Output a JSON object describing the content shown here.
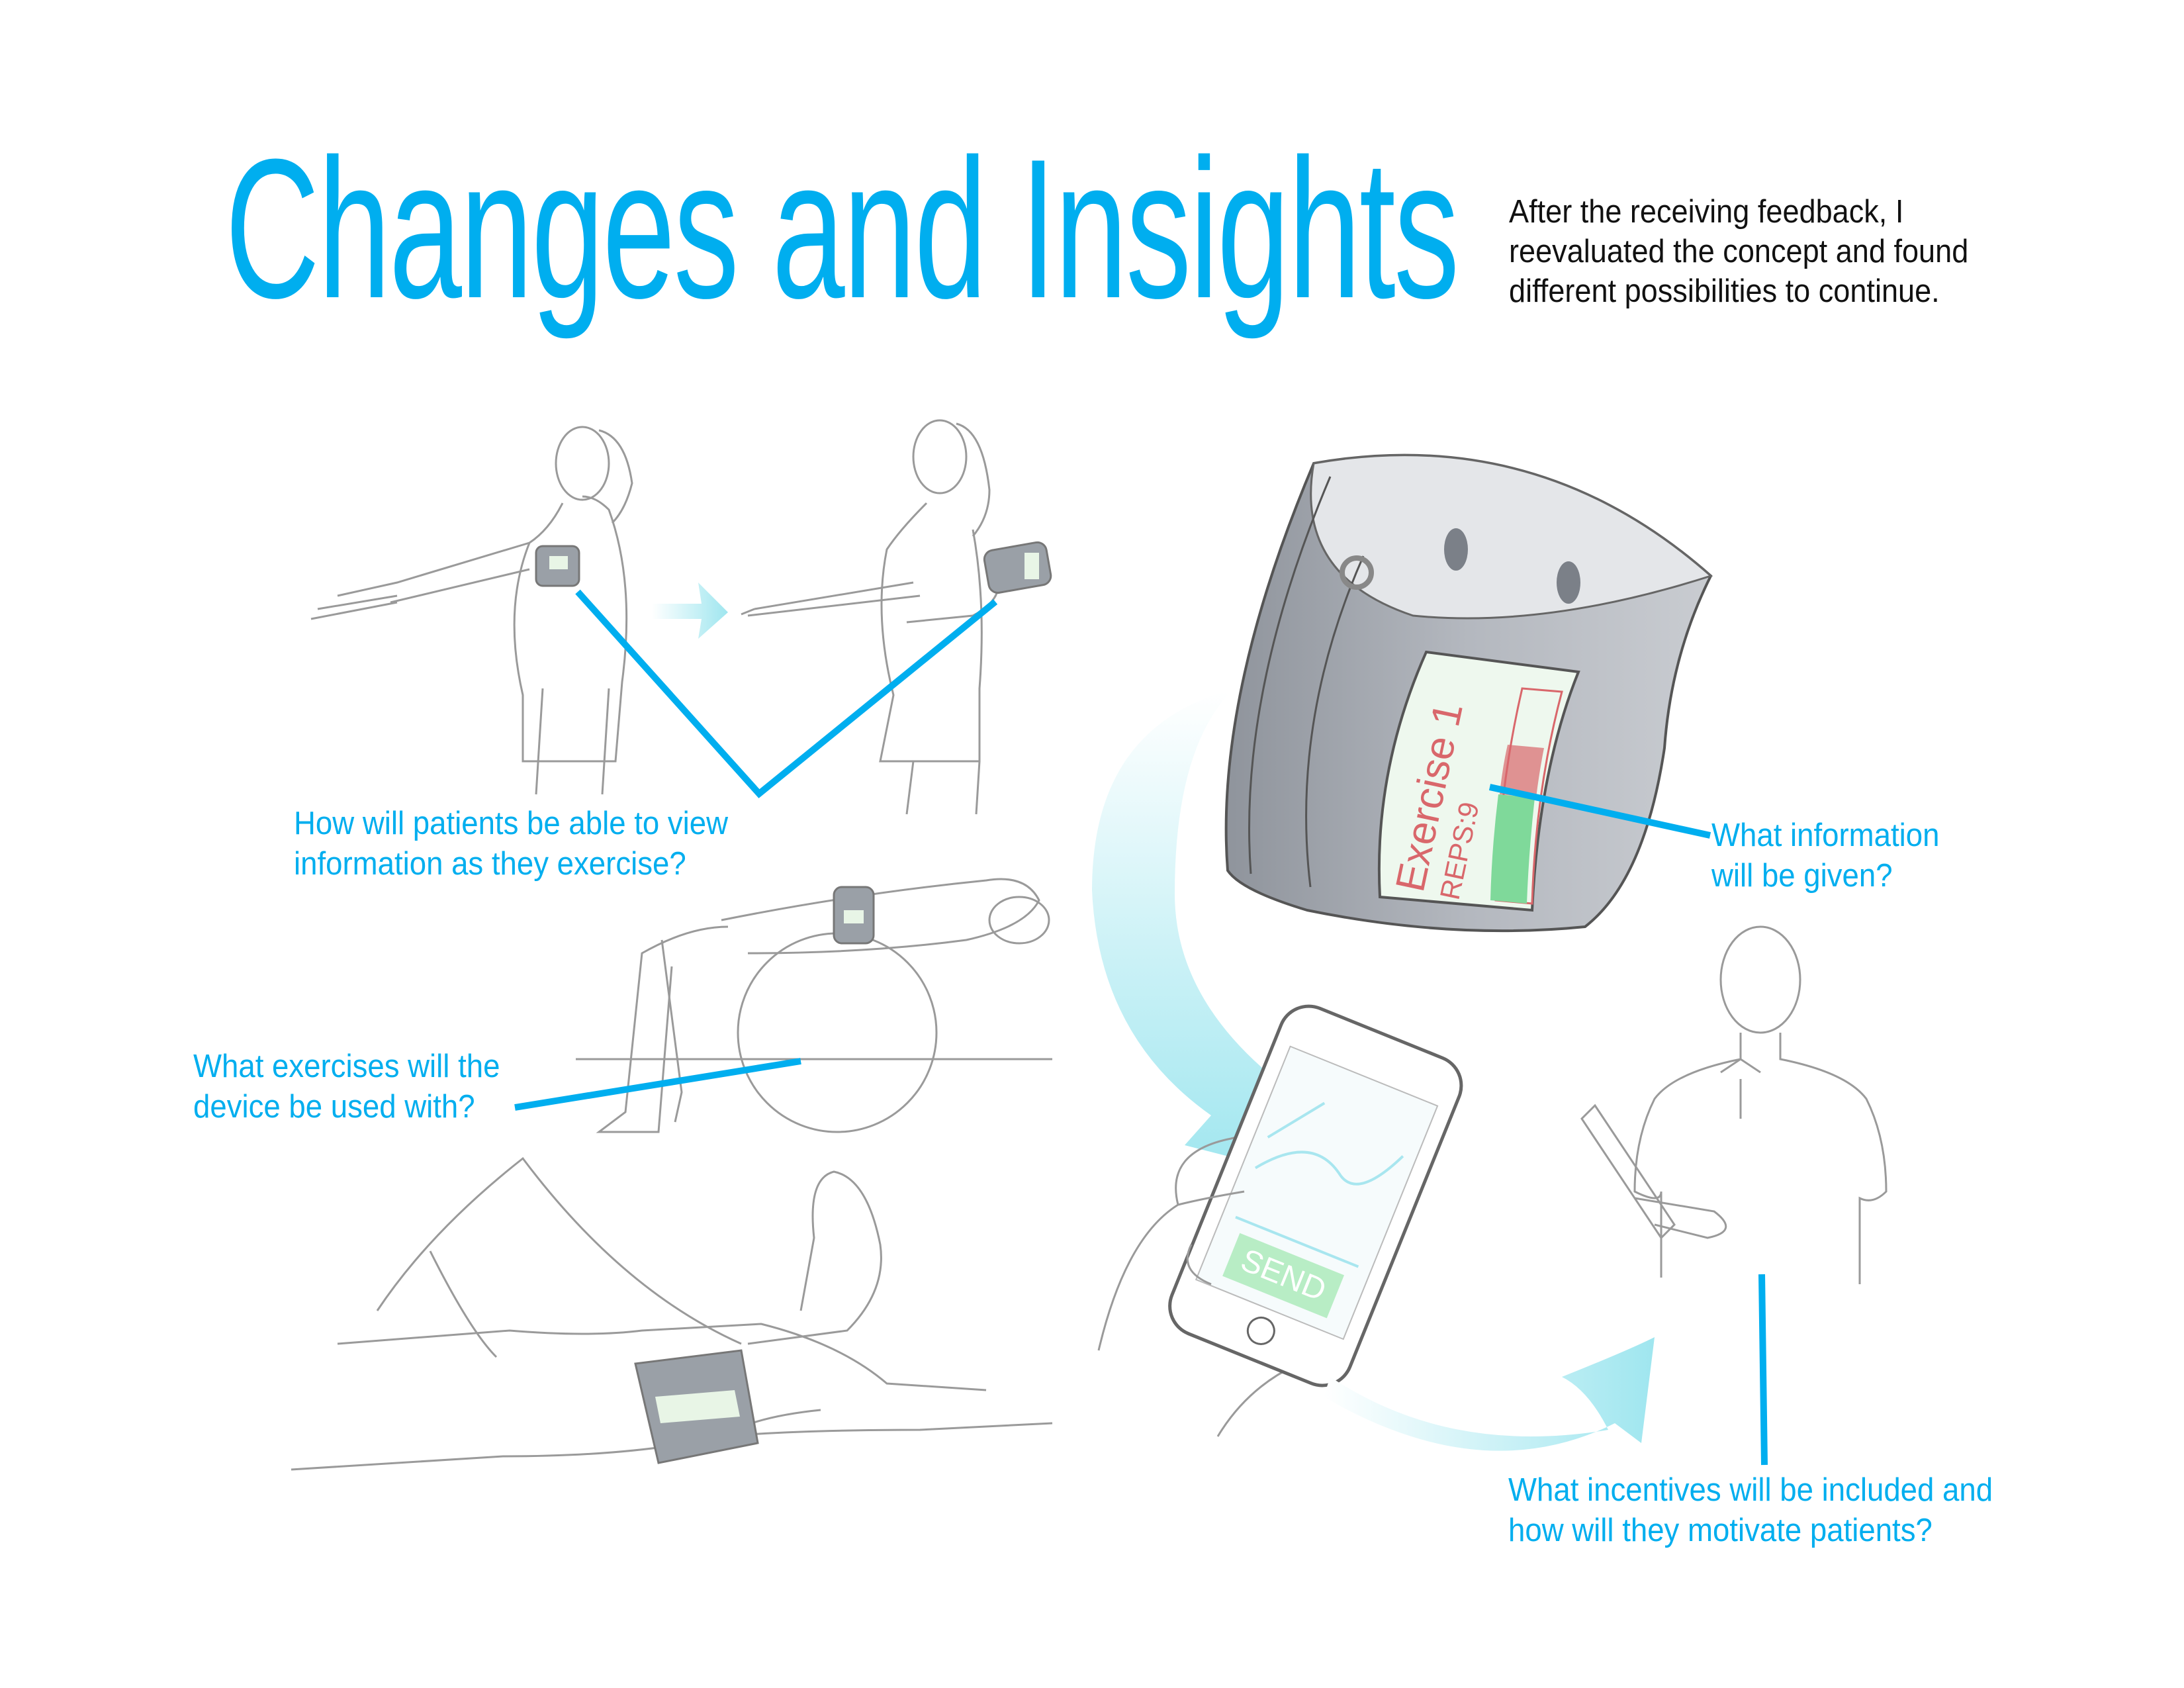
{
  "title": "Changes and Insights",
  "intro": [
    "After the receiving feedback, I",
    "reevaluated the concept and found",
    "different possibilities to continue."
  ],
  "questions": {
    "view_info": [
      "How will patients be able to view",
      "information as they exercise?"
    ],
    "info_given": [
      "What information",
      "will be given?"
    ],
    "exercises": [
      "What exercises will the",
      "device be used with?"
    ],
    "incentives": [
      "What incentives will be included and",
      "how will they motivate patients?"
    ]
  },
  "device_screen": {
    "exercise_label": "Exercise 1",
    "reps_label": "REPS:9",
    "progress_fraction": 0.55
  },
  "phone": {
    "send_label": "SEND"
  },
  "colors": {
    "accent": "#00AEEF",
    "device_gray": "#A9ADB4",
    "screen_text": "#D9676B",
    "progress_green": "#7FD99A",
    "arrow_cyan": "#A8E9F0"
  }
}
